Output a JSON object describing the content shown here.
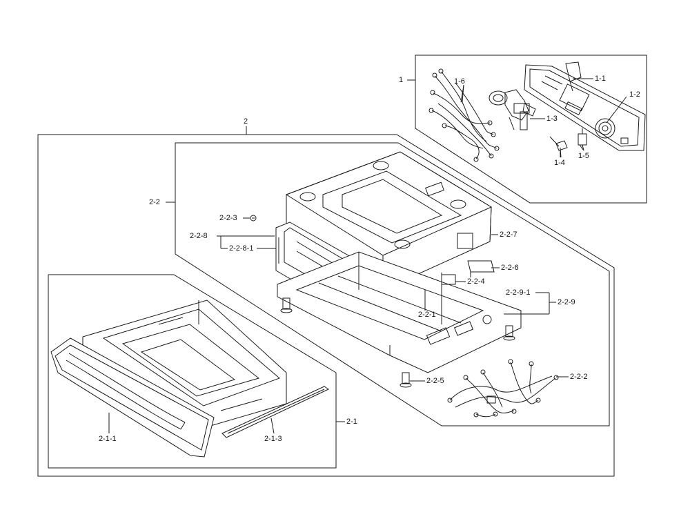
{
  "labels": {
    "l1": "1",
    "l1_1": "1-1",
    "l1_2": "1-2",
    "l1_3": "1-3",
    "l1_4": "1-4",
    "l1_5": "1-5",
    "l1_6": "1-6",
    "l2": "2",
    "l2_2": "2-2",
    "l2_2_3": "2-2-3",
    "l2_2_8": "2-2-8",
    "l2_2_8_1": "2-2-8-1",
    "l2_2_7": "2-2-7",
    "l2_2_6": "2-2-6",
    "l2_2_4": "2-2-4",
    "l2_2_9_1": "2-2-9-1",
    "l2_2_9": "2-2-9",
    "l2_2_1": "2-2-1",
    "l2_2_5": "2-2-5",
    "l2_2_2": "2-2-2",
    "l2_1": "2-1",
    "l2_1_1": "2-1-1",
    "l2_1_3": "2-1-3"
  },
  "colors": {
    "line": "#1a1a1a",
    "background": "#ffffff"
  }
}
